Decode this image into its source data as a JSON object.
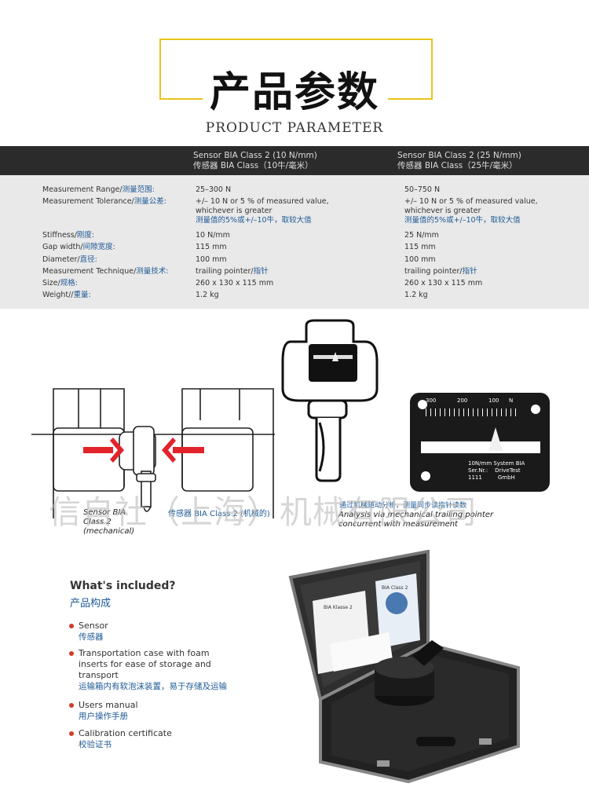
{
  "header": {
    "title_cn": "产品参数",
    "title_en": "PRODUCT PARAMETER"
  },
  "table": {
    "columns": [
      {
        "en": "Sensor BIA Class 2 (10 N/mm)",
        "cn": "传感器 BIA Class（10牛/毫米）"
      },
      {
        "en": "Sensor BIA Class 2 (25 N/mm)",
        "cn": "传感器 BIA Class（25牛/毫米）"
      }
    ],
    "rows": [
      {
        "label_en": "Measurement Range/",
        "label_cn": "测量范围:",
        "v1": "25–300 N",
        "v2": "50–750 N"
      },
      {
        "label_en": "Measurement Tolerance/",
        "label_cn": "测量公差:",
        "v1": "+/– 10 N or 5 % of measured value,",
        "v1b": "whichever is greater",
        "v1c": "测量值的5%或+/–10牛，取较大值",
        "v2": "+/– 10 N or 5 % of measured value,",
        "v2b": "whichever is greater",
        "v2c": "测量值的5%或+/–10牛，取较大值"
      },
      {
        "label_en": "Stiffness/",
        "label_cn": "刚度:",
        "v1": "10 N/mm",
        "v2": "25 N/mm"
      },
      {
        "label_en": "Gap width/",
        "label_cn": "间隙宽度:",
        "v1": "115 mm",
        "v2": "115 mm"
      },
      {
        "label_en": "Diameter/",
        "label_cn": "直径:",
        "v1": "100 mm",
        "v2": "100 mm"
      },
      {
        "label_en": "Measurement Technique/",
        "label_cn": "测量技术:",
        "v1": "trailing pointer/",
        "v1_cn": "指针",
        "v2": "trailing pointer/",
        "v2_cn": "指针"
      },
      {
        "label_en": "Size/",
        "label_cn": "规格:",
        "v1": "260 x 130 x 115 mm",
        "v2": "260 x 130 x 115 mm"
      },
      {
        "label_en": "Weight//",
        "label_cn": "重量:",
        "v1": "1.2 kg",
        "v2": "1.2 kg"
      }
    ]
  },
  "diagrams": {
    "left_caption": [
      "Sensor BIA",
      "Class 2",
      "(mechanical)"
    ],
    "middle_caption_cn": "传感器 BIA Class 2 (机械的)",
    "middle_top_cn": "通过机械随动分析，测量同步读指针读数",
    "right_caption": [
      "Analysis via mechanical trailing pointer",
      "concurrent with measurement"
    ],
    "dial": {
      "ticks": [
        "300",
        "200",
        "100",
        "N"
      ],
      "spec": "10N/mm  System BIA",
      "ser_label": "Ser.Nr.:",
      "ser_value": "1111",
      "brand": "DriveTest",
      "brand2": "GmbH"
    },
    "watermark": "信自社（上海）机械有限公司",
    "colors": {
      "arrow": "#e2232b",
      "accent_yellow": "#e9c41b"
    }
  },
  "included": {
    "title": "What's included?",
    "title_cn": "产品构成",
    "items": [
      {
        "en": "Sensor",
        "cn": "传感器"
      },
      {
        "en": "Transportation case with foam inserts for ease of storage and transport",
        "cn": "运输箱内有软泡沫装置，易于存储及运输"
      },
      {
        "en": "Users manual",
        "cn": "用户操作手册"
      },
      {
        "en": "Calibration certificate",
        "cn": "校验证书"
      }
    ],
    "case_doc_labels": [
      "BIA Klasse 2",
      "BIA Class 2"
    ]
  }
}
